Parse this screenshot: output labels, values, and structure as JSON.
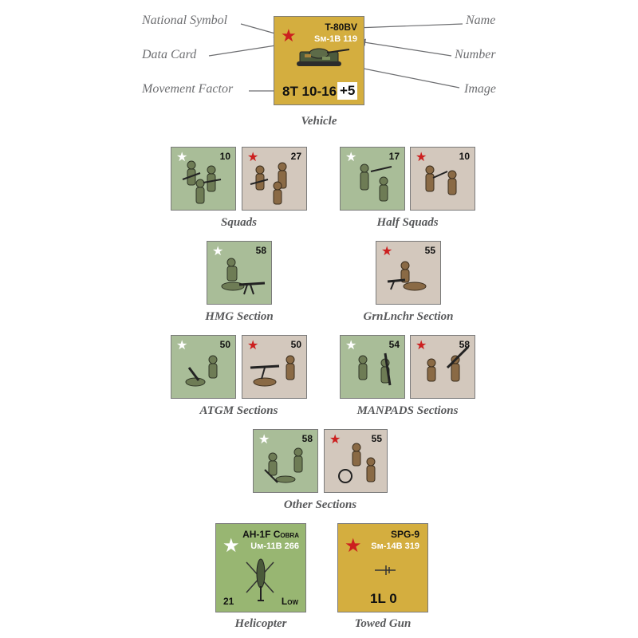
{
  "callouts": {
    "national_symbol": "National Symbol",
    "data_card": "Data Card",
    "movement_factor": "Movement Factor",
    "name": "Name",
    "number": "Number",
    "image": "Image"
  },
  "vehicle": {
    "name": "T-80BV",
    "card": "Sм-1B 119",
    "movement": "8T 10-16",
    "modifier": "+5",
    "caption": "Vehicle"
  },
  "squads": {
    "caption": "Squads",
    "counters": [
      {
        "side": "nato",
        "number": "10"
      },
      {
        "side": "soviet",
        "number": "27"
      }
    ]
  },
  "half_squads": {
    "caption": "Half Squads",
    "counters": [
      {
        "side": "nato",
        "number": "17"
      },
      {
        "side": "soviet",
        "number": "10"
      }
    ]
  },
  "hmg": {
    "caption": "HMG Section",
    "counter": {
      "side": "nato",
      "number": "58"
    }
  },
  "grnlnchr": {
    "caption": "GrnLnchr Section",
    "counter": {
      "side": "soviet",
      "number": "55"
    }
  },
  "atgm": {
    "caption": "ATGM Sections",
    "counters": [
      {
        "side": "nato",
        "number": "50"
      },
      {
        "side": "soviet",
        "number": "50"
      }
    ]
  },
  "manpads": {
    "caption": "MANPADS Sections",
    "counters": [
      {
        "side": "nato",
        "number": "54"
      },
      {
        "side": "soviet",
        "number": "58"
      }
    ]
  },
  "other": {
    "caption": "Other Sections",
    "counters": [
      {
        "side": "nato",
        "number": "58"
      },
      {
        "side": "soviet",
        "number": "55"
      }
    ]
  },
  "helicopter": {
    "name_prefix": "AH-1F",
    "name_suffix": "Cobra",
    "card": "Uм-11B 266",
    "left_value": "21",
    "right_value": "Low",
    "caption": "Helicopter"
  },
  "towed_gun": {
    "name": "SPG-9",
    "card": "Sм-14B 319",
    "movement": "1L 0",
    "caption": "Towed Gun"
  },
  "colors": {
    "nato_counter": "#a9bd98",
    "soviet_counter": "#d3c8bd",
    "vehicle_counter": "#d4ae3f",
    "helicopter_counter": "#98b672",
    "red_star": "#cc1f1f",
    "callout_text": "#6d6e71"
  }
}
